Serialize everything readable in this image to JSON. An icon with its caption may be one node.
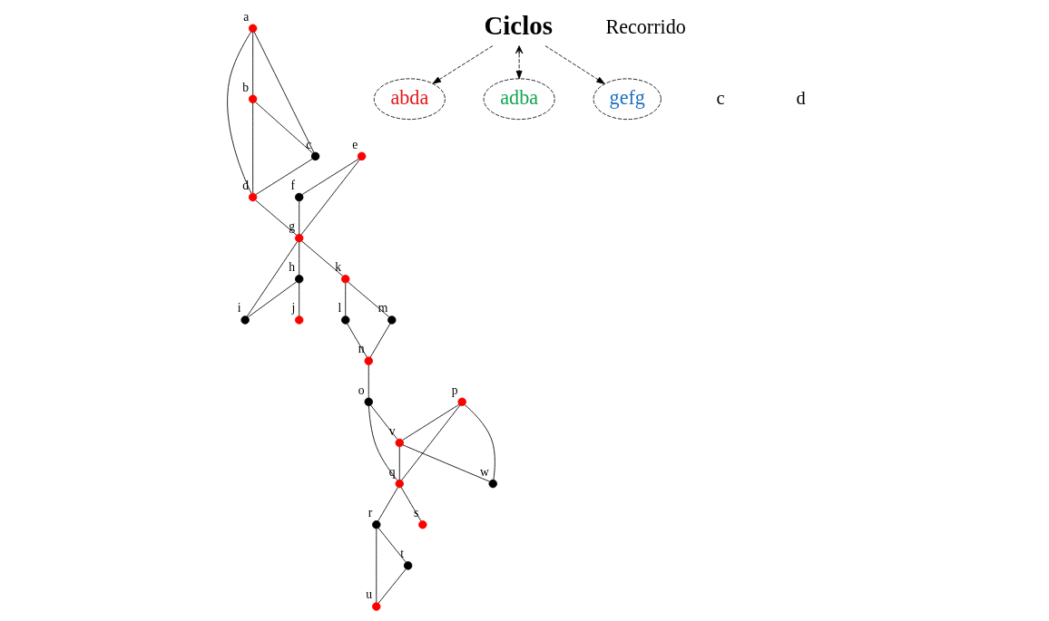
{
  "diagram": {
    "nodes": [
      {
        "text": [],
        "shape": "circle",
        "beside": [
          "a"
        ]
      },
      {
        "text": [],
        "shape": "circle",
        "beside": [
          "b"
        ]
      },
      {
        "text": [],
        "shape": "circle",
        "beside": [
          "c"
        ]
      },
      {
        "text": [],
        "shape": "circle",
        "beside": [
          "d"
        ]
      },
      {
        "text": [],
        "shape": "circle",
        "beside": [
          "e"
        ]
      },
      {
        "text": [],
        "shape": "circle",
        "beside": [
          "f"
        ]
      },
      {
        "text": [],
        "shape": "circle",
        "beside": [
          "g"
        ]
      },
      {
        "text": [],
        "shape": "circle",
        "beside": [
          "h"
        ]
      },
      {
        "text": [],
        "shape": "circle",
        "beside": [
          "i"
        ]
      },
      {
        "text": [],
        "shape": "circle",
        "beside": [
          "j"
        ]
      },
      {
        "text": [],
        "shape": "circle",
        "beside": [
          "k"
        ]
      },
      {
        "text": [],
        "shape": "circle",
        "beside": [
          "l"
        ]
      },
      {
        "text": [],
        "shape": "circle",
        "beside": [
          "m"
        ]
      },
      {
        "text": [],
        "shape": "circle",
        "beside": [
          "n"
        ]
      },
      {
        "text": [],
        "shape": "circle",
        "beside": [
          "o"
        ]
      },
      {
        "text": [],
        "shape": "circle",
        "beside": [
          "p"
        ]
      },
      {
        "text": [],
        "shape": "circle",
        "beside": [
          "q"
        ]
      },
      {
        "text": [],
        "shape": "circle",
        "beside": [
          "r"
        ]
      },
      {
        "text": [],
        "shape": "circle",
        "beside": [
          "s"
        ]
      },
      {
        "text": [],
        "shape": "circle",
        "beside": [
          "t"
        ]
      },
      {
        "text": [],
        "shape": "circle",
        "beside": [
          "u"
        ]
      },
      {
        "text": [],
        "shape": "circle",
        "beside": [
          "v"
        ]
      },
      {
        "text": [],
        "shape": "circle",
        "beside": [
          "w"
        ]
      },
      {
        "text": [
          "abda"
        ]
      },
      {
        "text": [
          "adba"
        ]
      },
      {
        "text": [
          "gefg"
        ]
      },
      {
        "text": [
          "Ciclos"
        ]
      }
    ],
    "edges": [
      {
        "from": 0,
        "to": 1,
        "arrow": "none"
      },
      {
        "from": 0,
        "to": 2,
        "arrow": "none"
      },
      {
        "from": 0,
        "to": 3,
        "arrow": "none"
      },
      {
        "from": 1,
        "to": 2,
        "arrow": "none"
      },
      {
        "from": 1,
        "to": 3,
        "arrow": "none"
      },
      {
        "from": 2,
        "to": 3,
        "arrow": "none"
      },
      {
        "from": 3,
        "to": 6,
        "arrow": "none"
      },
      {
        "from": 4,
        "to": 5,
        "arrow": "none"
      },
      {
        "from": 4,
        "to": 6,
        "arrow": "none"
      },
      {
        "from": 5,
        "to": 6,
        "arrow": "none"
      },
      {
        "from": 6,
        "to": 7,
        "arrow": "none"
      },
      {
        "from": 6,
        "to": 8,
        "arrow": "none"
      },
      {
        "from": 7,
        "to": 8,
        "arrow": "none"
      },
      {
        "from": 7,
        "to": 9,
        "arrow": "none"
      },
      {
        "from": 6,
        "to": 10,
        "arrow": "none"
      },
      {
        "from": 10,
        "to": 11,
        "arrow": "none"
      },
      {
        "from": 10,
        "to": 12,
        "arrow": "none"
      },
      {
        "from": 11,
        "to": 13,
        "arrow": "none"
      },
      {
        "from": 12,
        "to": 13,
        "arrow": "none"
      },
      {
        "from": 13,
        "to": 14,
        "arrow": "none"
      },
      {
        "from": 14,
        "to": 21,
        "arrow": "none"
      },
      {
        "from": 21,
        "to": 22,
        "arrow": "none"
      },
      {
        "from": 15,
        "to": 21,
        "arrow": "none"
      },
      {
        "from": 15,
        "to": 22,
        "arrow": "none"
      },
      {
        "from": 15,
        "to": 16,
        "arrow": "none"
      },
      {
        "from": 14,
        "to": 16,
        "arrow": "none"
      },
      {
        "from": 21,
        "to": 16,
        "arrow": "none"
      },
      {
        "from": 16,
        "to": 17,
        "arrow": "none"
      },
      {
        "from": 16,
        "to": 18,
        "arrow": "none"
      },
      {
        "from": 17,
        "to": 19,
        "arrow": "none"
      },
      {
        "from": 19,
        "to": 20,
        "arrow": "none"
      },
      {
        "from": 17,
        "to": 20,
        "arrow": "none"
      },
      {
        "from": 26,
        "to": 23,
        "arrow": "to",
        "style": "dashed"
      },
      {
        "from": 26,
        "to": 24,
        "arrow": "both",
        "style": "dashed"
      },
      {
        "from": 26,
        "to": 25,
        "arrow": "to",
        "style": "dashed"
      }
    ],
    "labels": [
      "Recorrido",
      "c",
      "d"
    ]
  }
}
